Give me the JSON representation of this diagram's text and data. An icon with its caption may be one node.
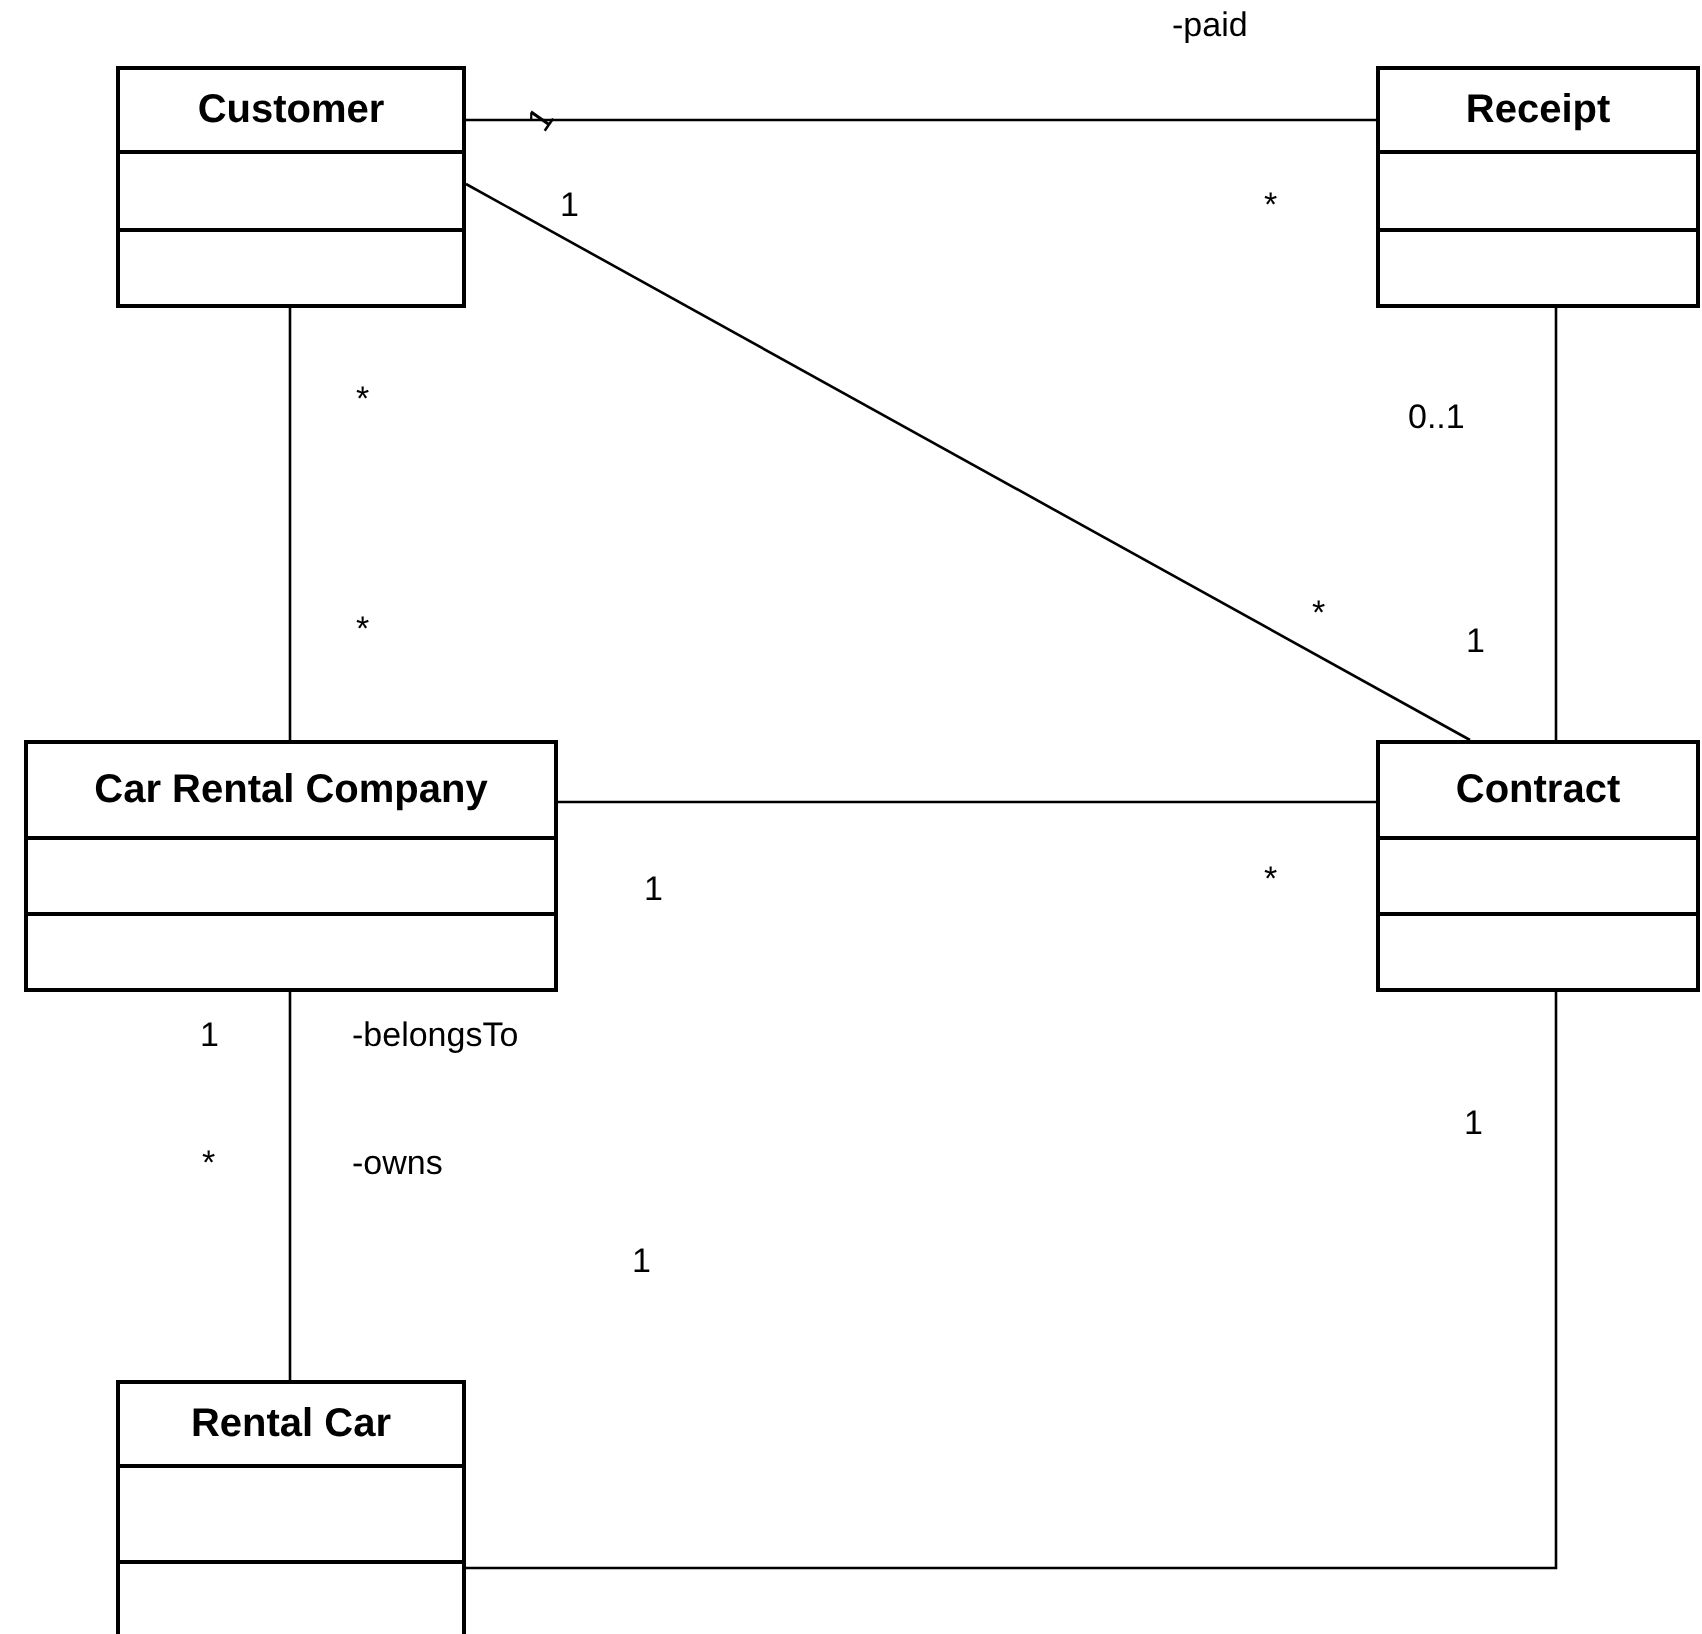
{
  "diagram": {
    "nodes": [
      {
        "text": [
          "Customer"
        ]
      },
      {
        "text": [
          "Receipt"
        ]
      },
      {
        "text": [
          "Car Rental Company"
        ]
      },
      {
        "text": [
          "Contract"
        ]
      },
      {
        "text": [
          "Rental Car"
        ]
      }
    ],
    "edges": [
      {
        "from": 0,
        "to": 1,
        "arrow": "none"
      },
      {
        "from": 0,
        "to": 3,
        "arrow": "none"
      },
      {
        "from": 0,
        "to": 2,
        "arrow": "none"
      },
      {
        "from": 1,
        "to": 3,
        "arrow": "none"
      },
      {
        "from": 2,
        "to": 3,
        "arrow": "none"
      },
      {
        "from": 2,
        "to": 4,
        "arrow": "none"
      },
      {
        "from": 4,
        "to": 3,
        "arrow": "none"
      }
    ],
    "labels": [
      "-paid",
      "1",
      "1",
      "*",
      "*",
      "0..1",
      "*",
      "*",
      "1",
      "*",
      "1",
      "1",
      "-belongsTo",
      "1",
      "*",
      "-owns",
      "1"
    ]
  }
}
